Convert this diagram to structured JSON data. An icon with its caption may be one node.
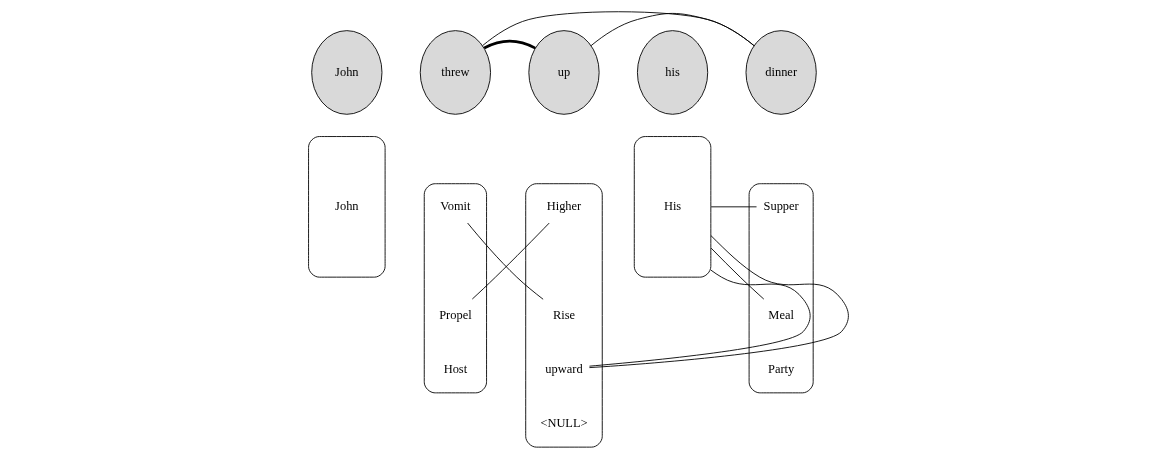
{
  "diagram": {
    "nodes": [
      {
        "text": [
          "John"
        ]
      },
      {
        "text": [
          "threw"
        ]
      },
      {
        "text": [
          "up"
        ]
      },
      {
        "text": [
          "his"
        ]
      },
      {
        "text": [
          "dinner"
        ]
      },
      {
        "text": [
          "John"
        ]
      },
      {
        "text": [],
        "shape": "box"
      },
      {
        "text": [
          "Vomit"
        ],
        "in": 6
      },
      {
        "text": [
          "Propel"
        ],
        "in": 6
      },
      {
        "text": [
          "Host"
        ],
        "in": 6
      },
      {
        "text": [],
        "shape": "box"
      },
      {
        "text": [
          "Higher"
        ],
        "in": 10
      },
      {
        "text": [
          "Rise"
        ],
        "in": 10
      },
      {
        "text": [
          "upward"
        ],
        "in": 10
      },
      {
        "text": [
          "<NULL>"
        ],
        "in": 10
      },
      {
        "text": [
          "His"
        ]
      },
      {
        "text": [],
        "shape": "box"
      },
      {
        "text": [
          "Supper"
        ],
        "in": 16
      },
      {
        "text": [
          "Meal"
        ],
        "in": 16
      },
      {
        "text": [
          "Party"
        ],
        "in": 16
      }
    ],
    "edges": [
      {
        "from": 1,
        "to": 2,
        "arrow": "none",
        "style": "thick"
      },
      {
        "from": 1,
        "to": 4,
        "arrow": "none"
      },
      {
        "from": 2,
        "to": 4,
        "arrow": "none"
      },
      {
        "from": 7,
        "to": 12,
        "arrow": "none"
      },
      {
        "from": 8,
        "to": 11,
        "arrow": "none"
      },
      {
        "from": 13,
        "to": 15,
        "arrow": "none"
      },
      {
        "from": 13,
        "to": 15,
        "arrow": "none"
      },
      {
        "from": 15,
        "to": 17,
        "arrow": "none"
      },
      {
        "from": 15,
        "to": 18,
        "arrow": "none"
      }
    ]
  }
}
